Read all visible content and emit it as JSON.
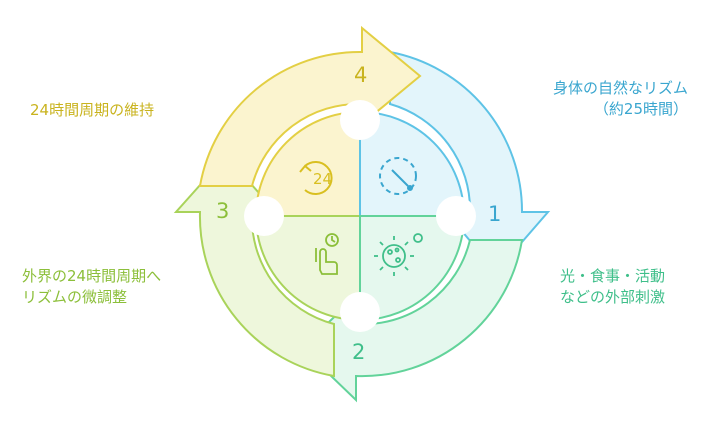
{
  "steps": [
    {
      "number": "1",
      "line1": "身体の自然なリズム",
      "line2": "（約25時間）",
      "color": "#3aa6cf",
      "icon": "clock-dial-icon"
    },
    {
      "number": "2",
      "line1": "光・食事・活動",
      "line2": "などの外部刺激",
      "color": "#3fbf8a",
      "icon": "sun-virus-icon"
    },
    {
      "number": "3",
      "line1": "外界の24時間周期へ",
      "line2": "リズムの微調整",
      "color": "#8cbf3a",
      "icon": "hand-touch-clock-icon"
    },
    {
      "number": "4",
      "line1": "24時間周期の維持",
      "line2": "",
      "color": "#c9b31e",
      "icon": "cycle-24-icon"
    }
  ],
  "center_icon_text": "24"
}
